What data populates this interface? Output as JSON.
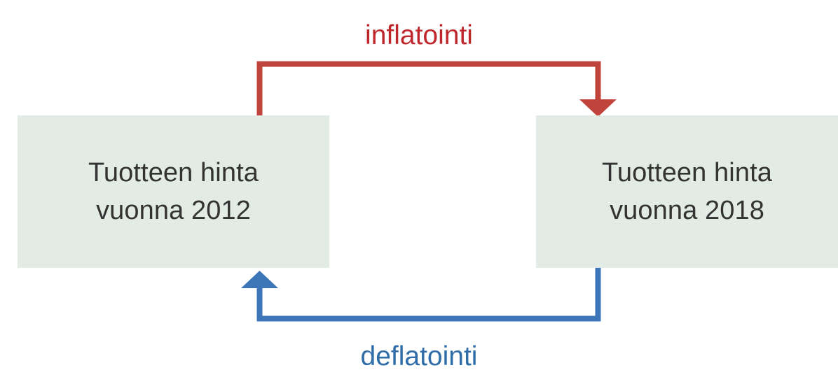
{
  "diagram": {
    "title": "inflatointi-deflatointi",
    "background_color": "#ffffff",
    "nodes": [
      {
        "id": "left",
        "line1": "Tuotteen hinta",
        "line2": "vuonna 2012",
        "fill_color": "#e3ebe5",
        "text_color": "#333333"
      },
      {
        "id": "right",
        "line1": "Tuotteen hinta",
        "line2": "vuonna 2018",
        "fill_color": "#e3ebe5",
        "text_color": "#333333"
      }
    ],
    "edges": [
      {
        "id": "inflation",
        "label": "inflatointi",
        "color": "#c0272d",
        "direction": "left-to-right",
        "position": "top"
      },
      {
        "id": "deflation",
        "label": "deflatointi",
        "color": "#2e6da8",
        "direction": "right-to-left",
        "position": "bottom"
      }
    ]
  }
}
